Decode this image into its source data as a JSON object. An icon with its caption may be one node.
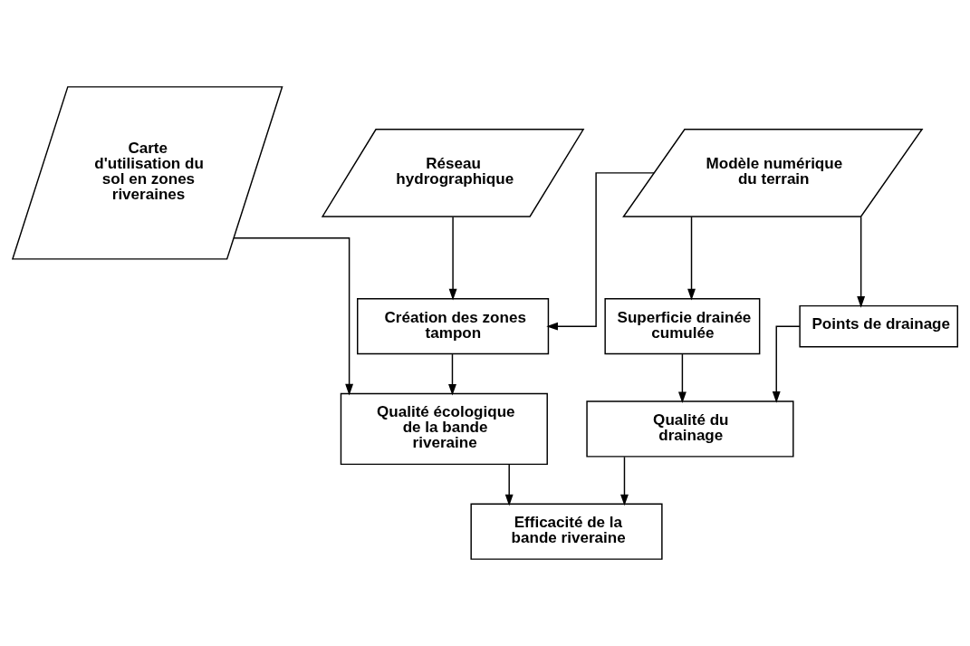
{
  "diagram": {
    "nodes": [
      {
        "text": [
          "Carte d'utilisation du sol en zones riveraines"
        ]
      },
      {
        "text": [
          "Réseau hydrographique"
        ]
      },
      {
        "text": [
          "Modèle numérique du terrain"
        ]
      },
      {
        "text": [
          "Création des zones tampon"
        ]
      },
      {
        "text": [
          "Superficie drainée cumulée"
        ]
      },
      {
        "text": [
          "Points de drainage"
        ]
      },
      {
        "text": [
          "Qualité écologique de la bande riveraine"
        ]
      },
      {
        "text": [
          "Qualité du drainage"
        ]
      },
      {
        "text": [
          "Efficacité de la bande riveraine"
        ]
      }
    ],
    "edges": [
      {
        "from": 1,
        "to": 3,
        "arrow": "to"
      },
      {
        "from": 2,
        "to": 3,
        "arrow": "to"
      },
      {
        "from": 2,
        "to": 4,
        "arrow": "to"
      },
      {
        "from": 2,
        "to": 5,
        "arrow": "to"
      },
      {
        "from": 0,
        "to": 6,
        "arrow": "to"
      },
      {
        "from": 3,
        "to": 6,
        "arrow": "to"
      },
      {
        "from": 4,
        "to": 7,
        "arrow": "to"
      },
      {
        "from": 5,
        "to": 7,
        "arrow": "to"
      },
      {
        "from": 6,
        "to": 8,
        "arrow": "to"
      },
      {
        "from": 7,
        "to": 8,
        "arrow": "to"
      }
    ]
  }
}
